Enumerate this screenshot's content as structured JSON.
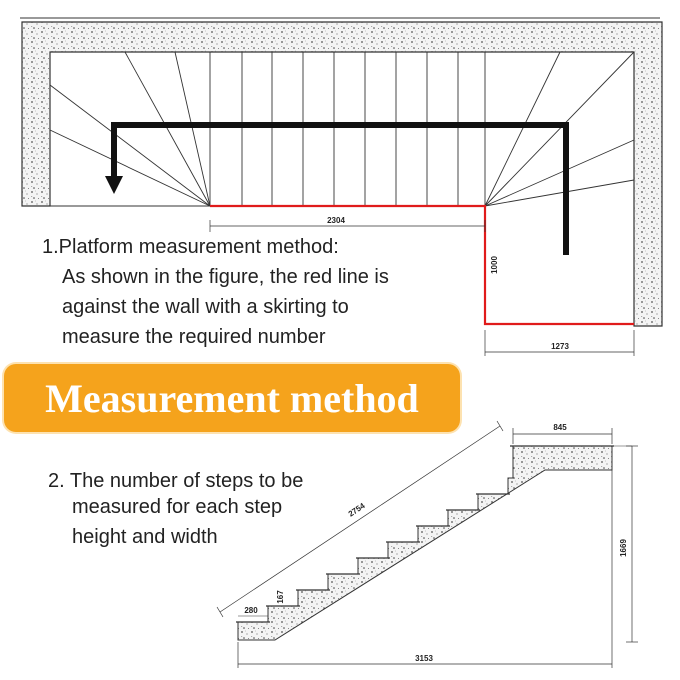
{
  "section1": {
    "title": "1.Platform measurement method:",
    "lines": [
      "As shown in the figure, the red line is",
      "against the wall with a skirting to",
      "measure the required number"
    ]
  },
  "banner": {
    "label": "Measurement method"
  },
  "section2": {
    "title": "2. The number of steps to be",
    "lines": [
      "measured for each step",
      "height and width"
    ]
  },
  "dimensions": {
    "platform_length": "2304",
    "platform_depth": "1000",
    "landing_width": "1273",
    "top_width": "845",
    "diagonal": "2754",
    "step_depth": "280",
    "step_height": "167",
    "total_height": "1669",
    "total_run": "3153"
  },
  "colors": {
    "measure_line": "#e01b1b",
    "arrow": "#111111",
    "banner": "#f5a31c"
  }
}
